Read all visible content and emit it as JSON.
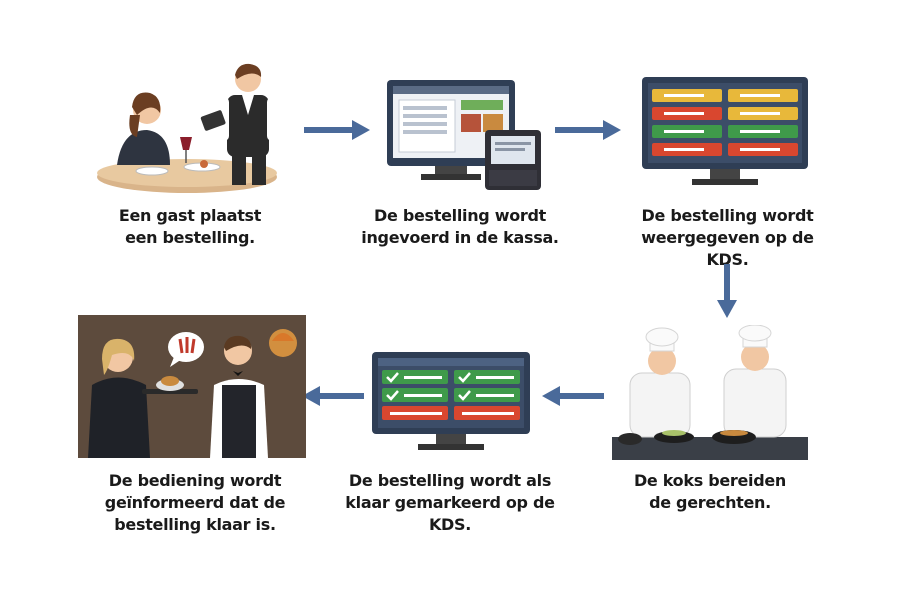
{
  "steps": [
    {
      "caption": [
        "Een gast plaatst",
        "een bestelling."
      ],
      "icon": "guest-ordering-illustration"
    },
    {
      "caption": [
        "De bestelling wordt",
        "ingevoerd in de kassa."
      ],
      "icon": "pos-terminal-illustration"
    },
    {
      "caption": [
        "De bestelling wordt",
        "weergegeven op de KDS."
      ],
      "icon": "kds-screen-illustration"
    },
    {
      "caption": [
        "De koks bereiden",
        "de gerechten."
      ],
      "icon": "chefs-cooking-illustration"
    },
    {
      "caption": [
        "De bestelling wordt als",
        "klaar gemarkeerd op de KDS."
      ],
      "icon": "kds-ready-illustration"
    },
    {
      "caption": [
        "De bediening wordt",
        "geïnformeerd dat de",
        "bestelling klaar is."
      ],
      "icon": "waiter-notified-illustration"
    }
  ],
  "colors": {
    "arrow": "#4a6a9a",
    "green": "#3f9a4a",
    "red": "#d9472f",
    "yellow": "#e8b83a",
    "screen": "#2f3e55"
  }
}
